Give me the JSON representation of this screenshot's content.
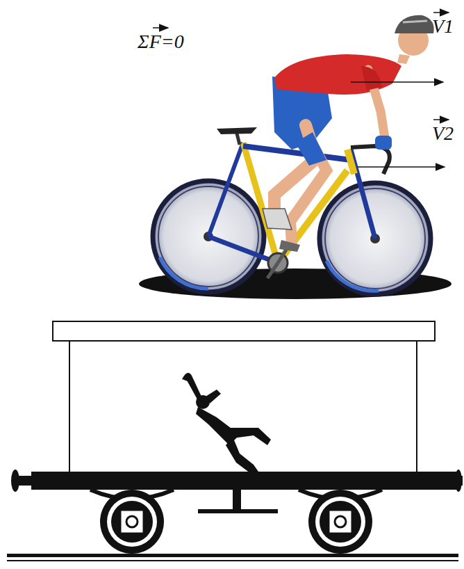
{
  "diagram": {
    "labels": [
      "ΣF=0",
      "V1",
      "V2"
    ]
  }
}
